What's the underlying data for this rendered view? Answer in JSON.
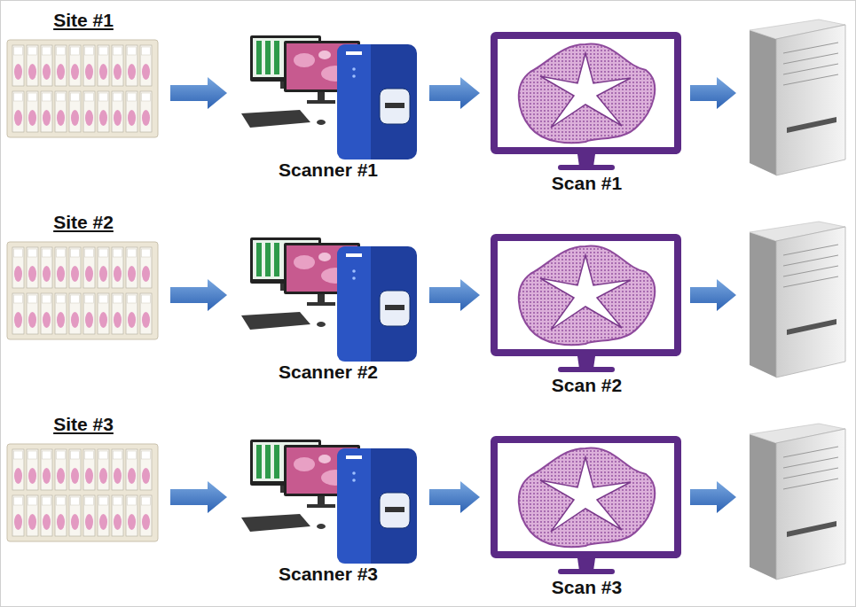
{
  "diagram": {
    "nodes": [
      {
        "text": [
          "Site #1"
        ]
      },
      {
        "text": [
          "Scanner #1"
        ]
      },
      {
        "text": [
          "Scan #1"
        ]
      },
      {
        "text": [
          "Site #2"
        ]
      },
      {
        "text": [
          "Scanner #2"
        ]
      },
      {
        "text": [
          "Scan #2"
        ]
      },
      {
        "text": [
          "Site #3"
        ]
      },
      {
        "text": [
          "Scanner #3"
        ]
      },
      {
        "text": [
          "Scan #3"
        ]
      }
    ],
    "edges": [
      {
        "from": 0,
        "to": 1,
        "arrow": "to"
      },
      {
        "from": 1,
        "to": 2,
        "arrow": "to"
      },
      {
        "from": 3,
        "to": 4,
        "arrow": "to"
      },
      {
        "from": 4,
        "to": 5,
        "arrow": "to"
      },
      {
        "from": 6,
        "to": 7,
        "arrow": "to"
      },
      {
        "from": 7,
        "to": 8,
        "arrow": "to"
      }
    ]
  }
}
